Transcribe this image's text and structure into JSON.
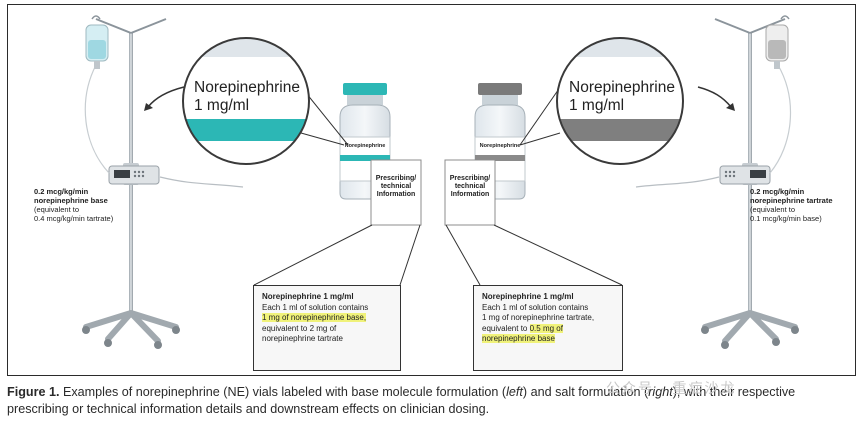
{
  "left": {
    "magnifier": {
      "line1": "Norepinephrine",
      "line2": "1 mg/ml"
    },
    "vial_label": "Norepinephrine",
    "card_label": [
      "Prescribing/",
      "technical",
      "Information"
    ],
    "dose": {
      "bold1": "0.2 mcg/kg/min",
      "bold2": "norepinephrine base",
      "normal1": "(equivalent to",
      "normal2": "0.4 mcg/kg/min tartrate)"
    },
    "info": {
      "title": "Norepinephrine 1 mg/ml",
      "line1": "Each 1 ml of solution contains",
      "highlight": "1 mg of norepinephrine base,",
      "line3": "equivalent to 2 mg of",
      "line4": "norepinephrine tartrate"
    },
    "accent": "#2cb7b5"
  },
  "right": {
    "magnifier": {
      "line1": "Norepinephrine",
      "line2": "1 mg/ml"
    },
    "vial_label": "Norepinephrine",
    "card_label": [
      "Prescribing/",
      "technical",
      "Information"
    ],
    "dose": {
      "bold1": "0.2 mcg/kg/min",
      "bold2": "norepinephrine tartrate",
      "normal1": "(equivalent to",
      "normal2": "0.1 mcg/kg/min base)"
    },
    "info": {
      "title": "Norepinephrine 1 mg/ml",
      "line1": "Each 1 ml of solution contains",
      "line2": "1 mg of norepinephrine tartrate,",
      "line3_pre": "equivalent to ",
      "highlight1": "0.5 mg of",
      "highlight2": "norepinephrine base"
    },
    "accent": "#7a7a7a"
  },
  "caption": {
    "label": "Figure 1.",
    "p1": " Examples of norepinephrine (NE) vials labeled with base molecule formulation (",
    "left_word": "left",
    "p2": ") and salt formulation (",
    "right_word": "right",
    "p3": "), with their respective prescribing or technical information details and downstream effects on clinician dosing."
  },
  "watermark": "公众号 · 重症沙龙"
}
